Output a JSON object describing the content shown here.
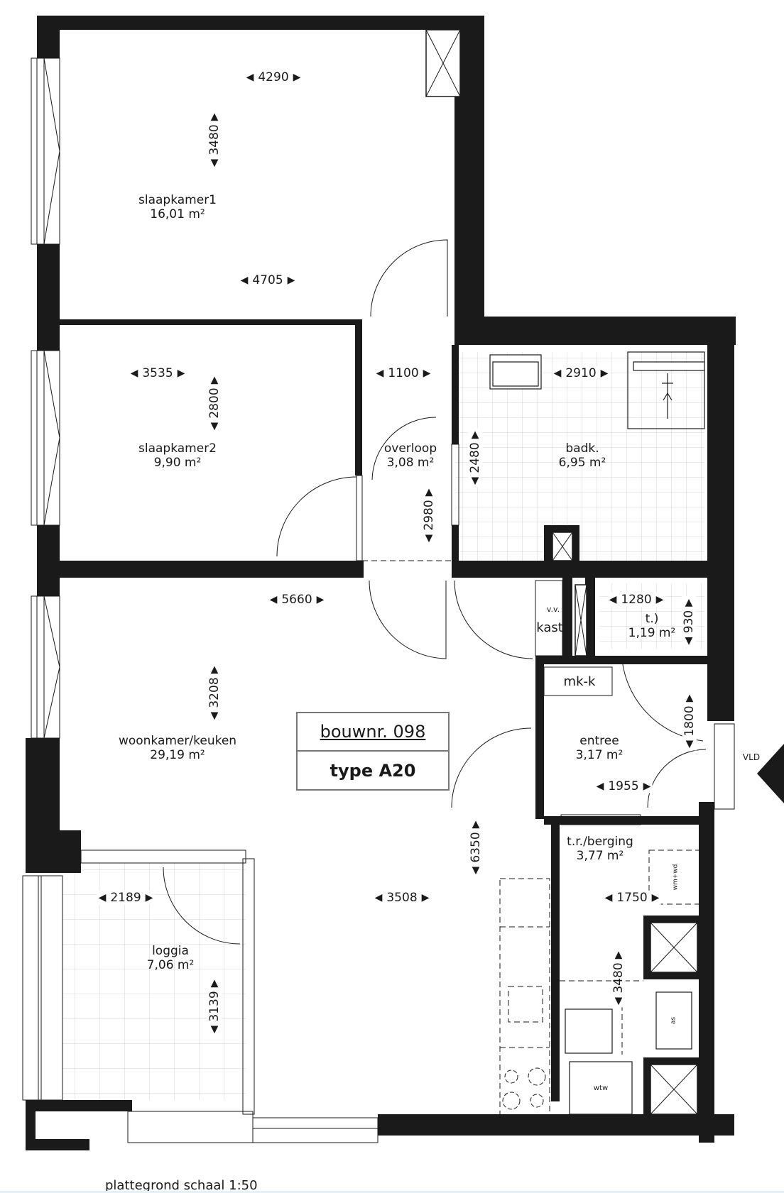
{
  "plan": {
    "caption": "plattegrond schaal 1:50",
    "bouwnr_label": "bouwnr. 098",
    "type_label": "type A20",
    "colors": {
      "wall": "#1a1a1a",
      "tile_grid": "#d4d4d4",
      "background": "#ffffff",
      "caption_strip": "#e4f2f8"
    }
  },
  "rooms": [
    {
      "name": "slaapkamer1",
      "area": "16,01 m²"
    },
    {
      "name": "slaapkamer2",
      "area": "9,90 m²"
    },
    {
      "name": "overloop",
      "area": "3,08 m²"
    },
    {
      "name": "badk.",
      "area": "6,95 m²"
    },
    {
      "name": "woonkamer/keuken",
      "area": "29,19 m²"
    },
    {
      "name": "loggia",
      "area": "7,06 m²"
    },
    {
      "name": "entree",
      "area": "3,17 m²"
    },
    {
      "name": "t.r./berging",
      "area": "3,77 m²"
    },
    {
      "name": "t.)",
      "area": "1,19 m²"
    }
  ],
  "fixtures": {
    "vv": "v.v.",
    "kast": "kast",
    "mkk": "mk-k",
    "vld": "VLD",
    "wmwd": "wm+wd",
    "as": "as",
    "wtw": "wtw"
  },
  "dimensions": {
    "d4290": "4290",
    "d3480a": "3480",
    "d4705": "4705",
    "d3535": "3535",
    "d2800": "2800",
    "d1100": "1100",
    "d2910": "2910",
    "d2480": "2480",
    "d2980": "2980",
    "d5660": "5660",
    "d1280": "1280",
    "d930": "930",
    "d3208": "3208",
    "d1800": "1800",
    "d1955": "1955",
    "d6350": "6350",
    "d2189": "2189",
    "d3508": "3508",
    "d1750": "1750",
    "d3480b": "3480",
    "d3139": "3139"
  },
  "arrows": {
    "left": "◀",
    "right": "▶",
    "up": "▲",
    "down": "▼"
  }
}
